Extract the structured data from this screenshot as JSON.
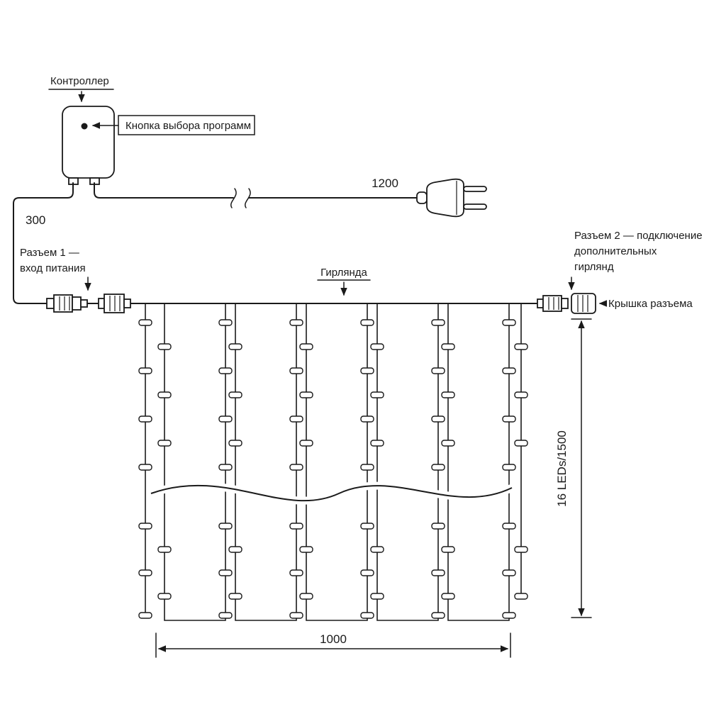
{
  "colors": {
    "line": "#1a1a1a",
    "background": "#ffffff"
  },
  "labels": {
    "controller": "Контроллер",
    "program_button": "Кнопка выбора программ",
    "connector1_line1": "Разъем 1 —",
    "connector1_line2": "вход питания",
    "garland": "Гирлянда",
    "connector2_line1": "Разъем 2 — подключение",
    "connector2_line2": "дополнительных",
    "connector2_line3": "гирлянд",
    "connector_cap": "Крышка разъема"
  },
  "dimensions": {
    "controller_lead": "300",
    "power_cord": "1200",
    "curtain_width": "1000",
    "strand_height": "16 LEDs/1500"
  }
}
